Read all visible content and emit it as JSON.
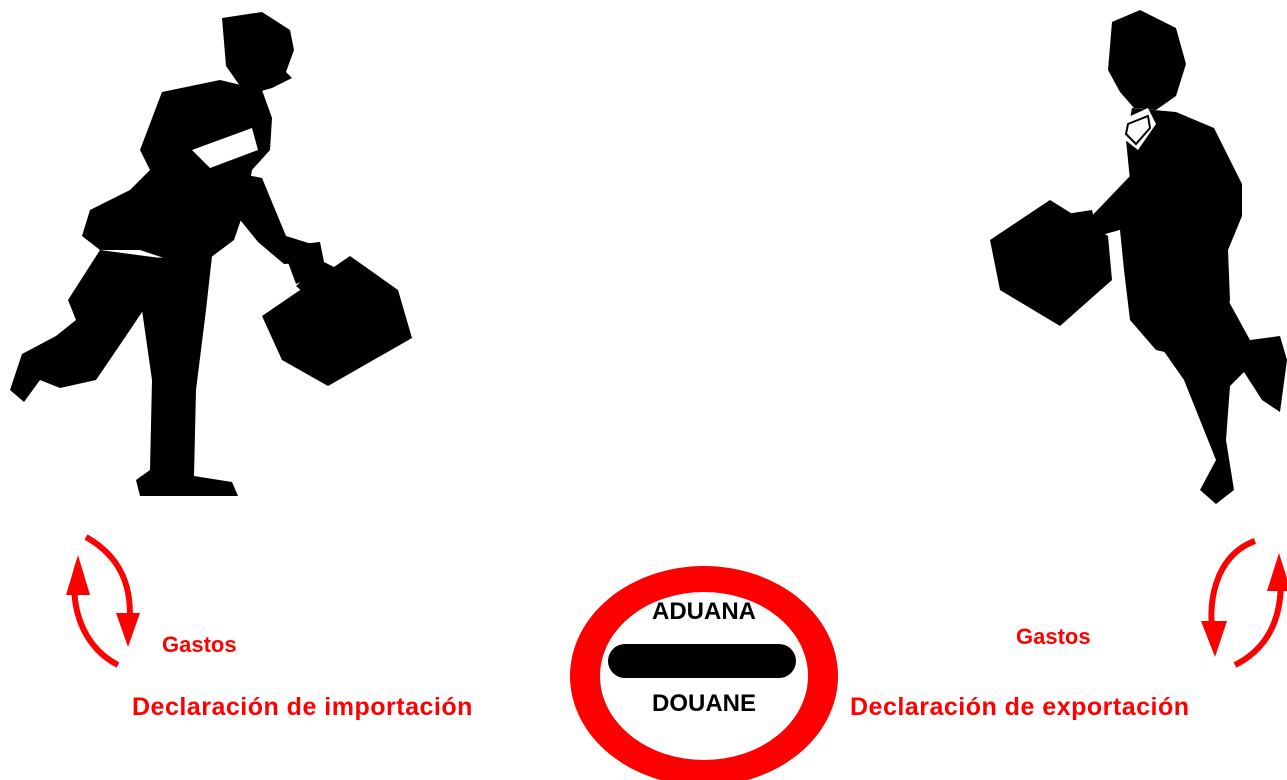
{
  "left": {
    "gastos": "Gastos",
    "declaration": "Declaración de importación"
  },
  "right": {
    "gastos": "Gastos",
    "declaration": "Declaración de exportación"
  },
  "sign": {
    "top": "ADUANA",
    "bottom": "DOUANE"
  },
  "colors": {
    "accent": "#ff0000",
    "silhouette": "#000000",
    "background": "#ffffff"
  },
  "icons": [
    "businessman-silhouette-icon",
    "businesswoman-silhouette-icon",
    "cycle-arrows-icon",
    "customs-sign-icon"
  ]
}
